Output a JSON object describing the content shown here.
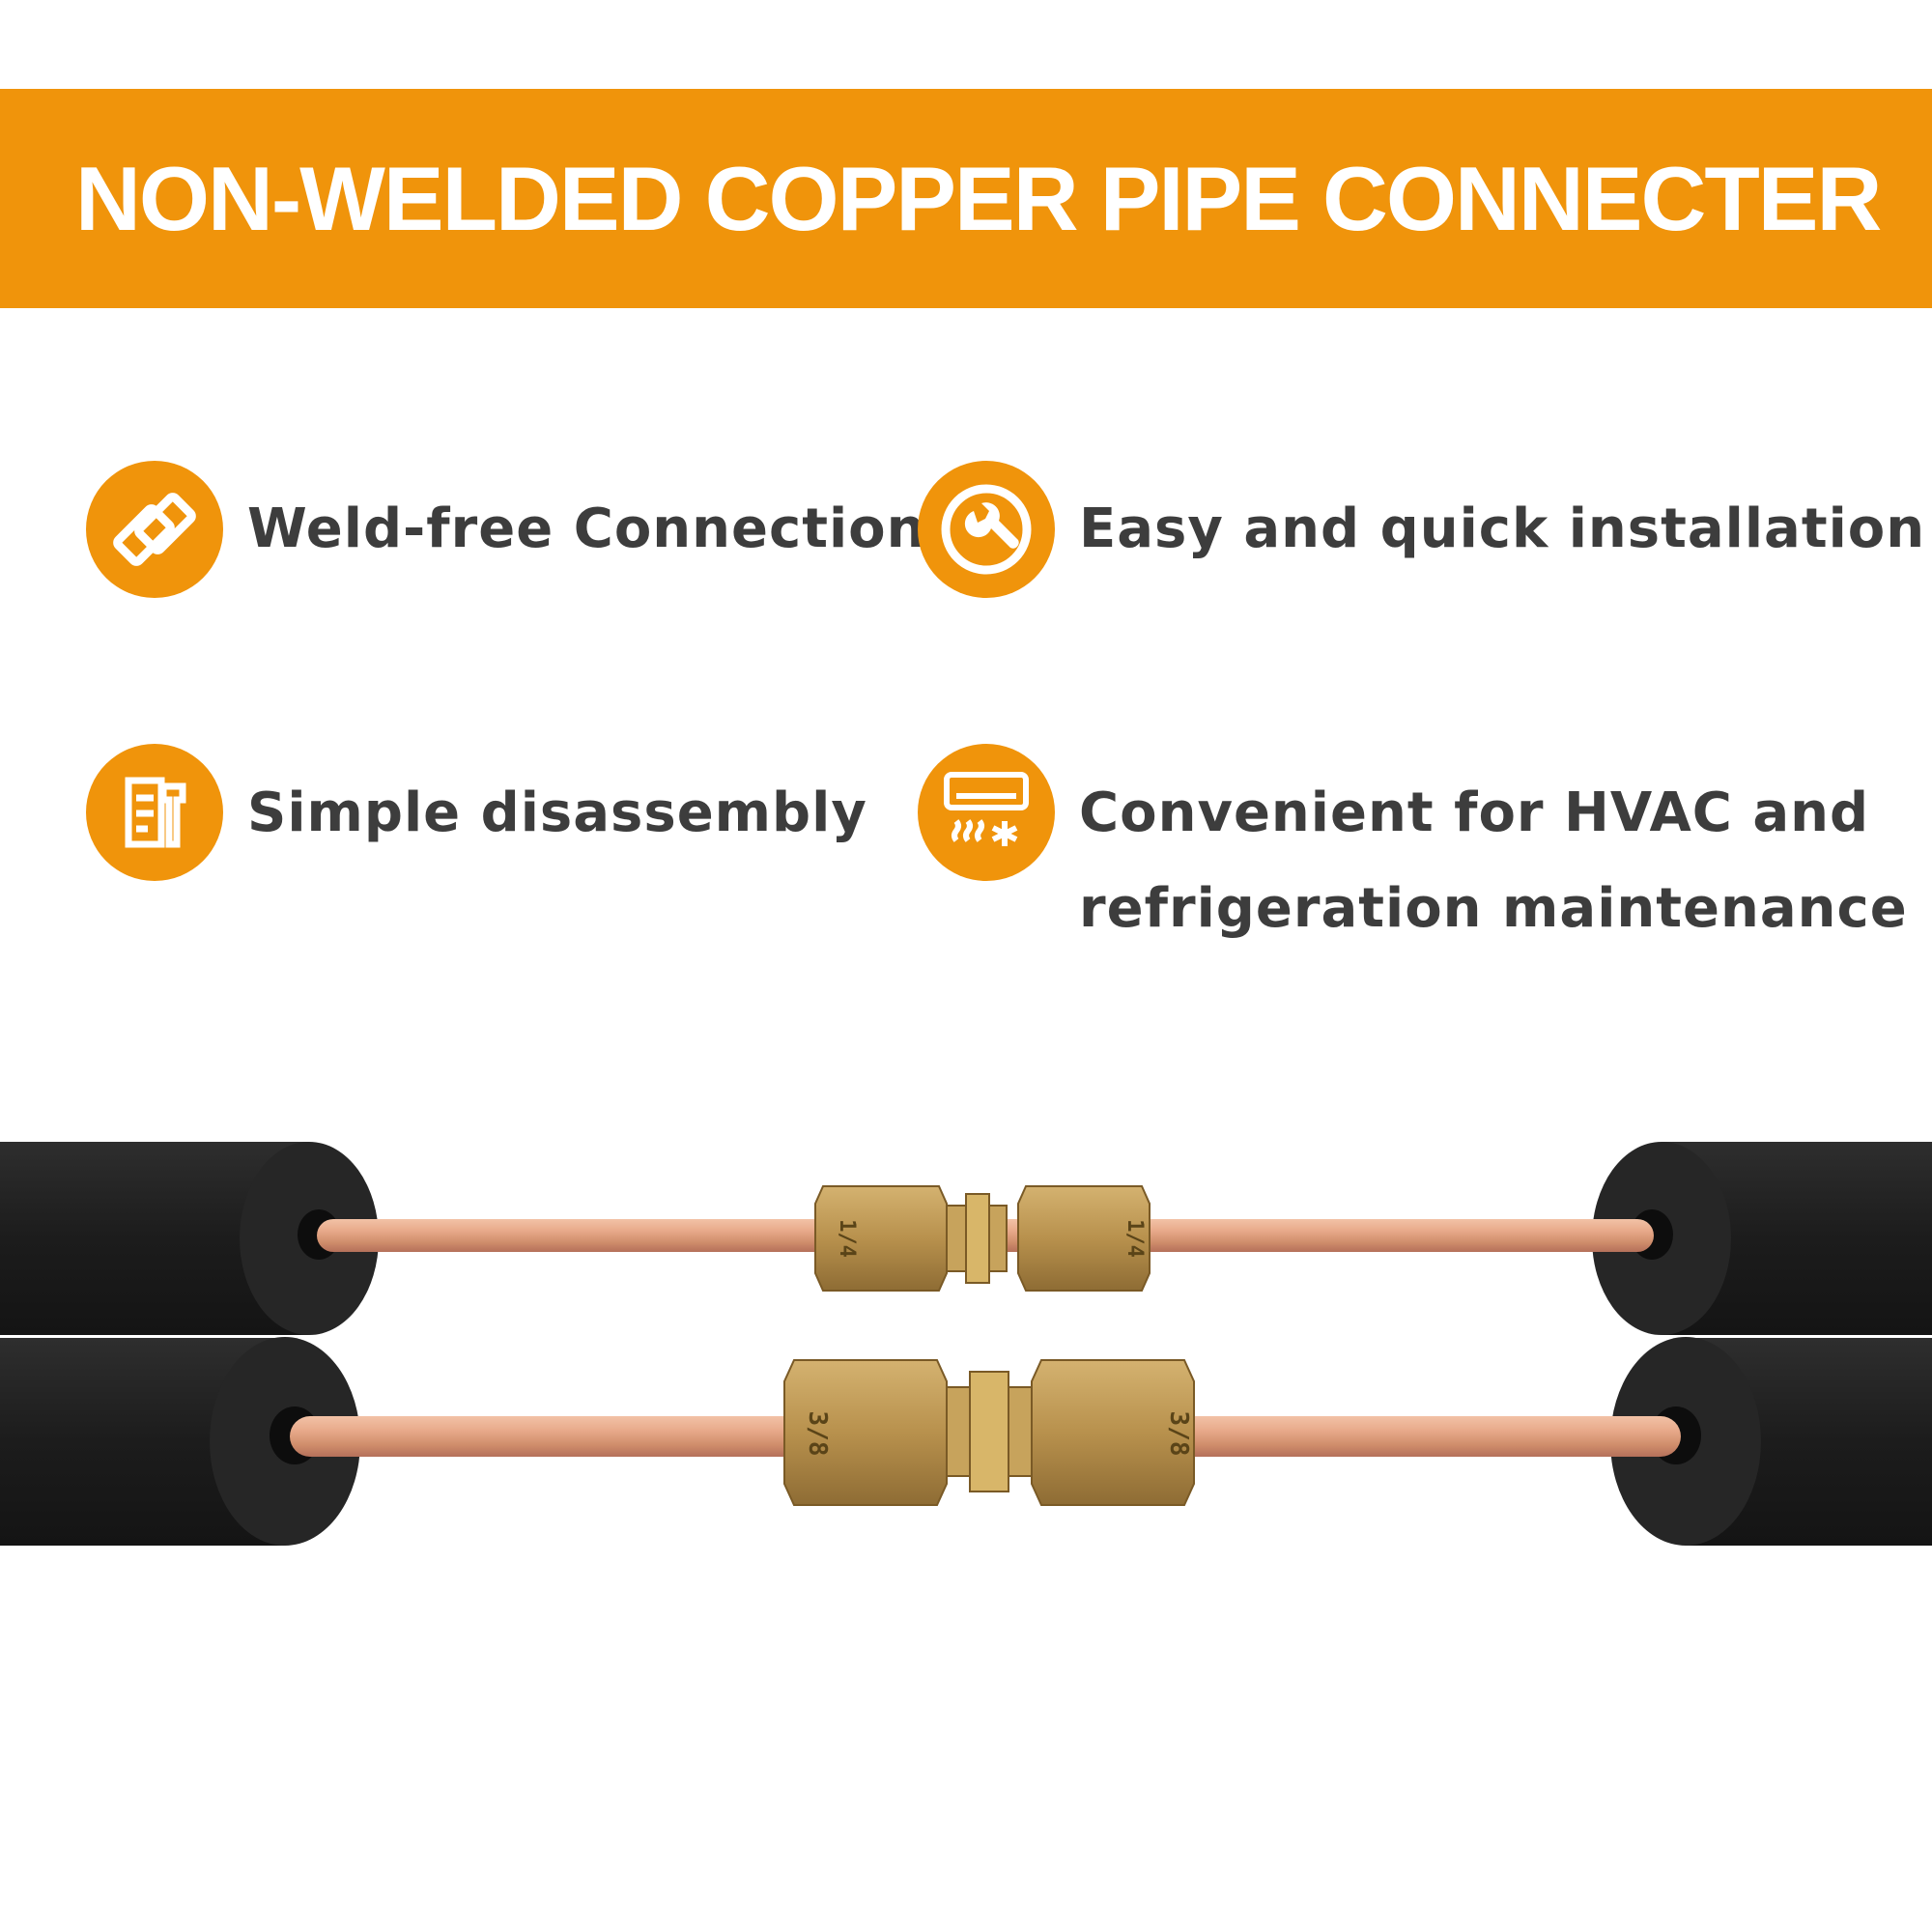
{
  "banner": {
    "title": "NON-WELDED COPPER PIPE CONNECTER"
  },
  "features": [
    {
      "icon": "chain-link-icon",
      "label": "Weld-free Connection"
    },
    {
      "icon": "wrench-icon",
      "label": "Easy and quick installation"
    },
    {
      "icon": "toolbox-icon",
      "label": "Simple disassembly"
    },
    {
      "icon": "air-conditioner-icon",
      "label_line1": "Convenient for HVAC and",
      "label_line2": "refrigeration maintenance"
    }
  ],
  "connectors": {
    "top_size_left": "1/4",
    "top_size_right": "1/4",
    "bottom_size_left": "3/8",
    "bottom_size_right": "3/8"
  },
  "colors": {
    "accent": "#f0940b",
    "text": "#3d3d3d",
    "insulation": "#1f1f1f",
    "copper": "#e3a385",
    "brass": "#c9a258"
  }
}
